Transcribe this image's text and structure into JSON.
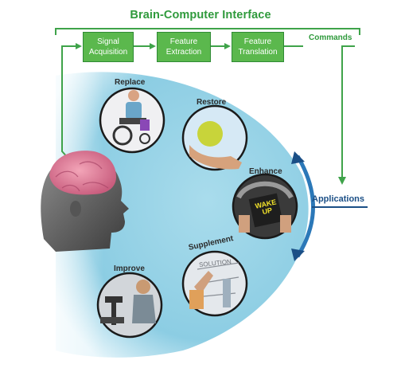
{
  "title": "Brain-Computer Interface",
  "pipeline": [
    {
      "line1": "Signal",
      "line2": "Acquisition"
    },
    {
      "line1": "Feature",
      "line2": "Extraction"
    },
    {
      "line1": "Feature",
      "line2": "Translation"
    }
  ],
  "commands_label": "Commands",
  "applications_label": "Applications",
  "applications": [
    "Replace",
    "Restore",
    "Enhance",
    "Supplement",
    "Improve"
  ],
  "photo_text": {
    "wake_up": "WAKE UP",
    "solution": "SOLUTION"
  },
  "colors": {
    "green": "#5bb84d",
    "green_dark": "#2f9a3c",
    "blue": "#1b4f86",
    "arc_blue": "#2b78b8",
    "bg_blue": "#8ccde3"
  }
}
